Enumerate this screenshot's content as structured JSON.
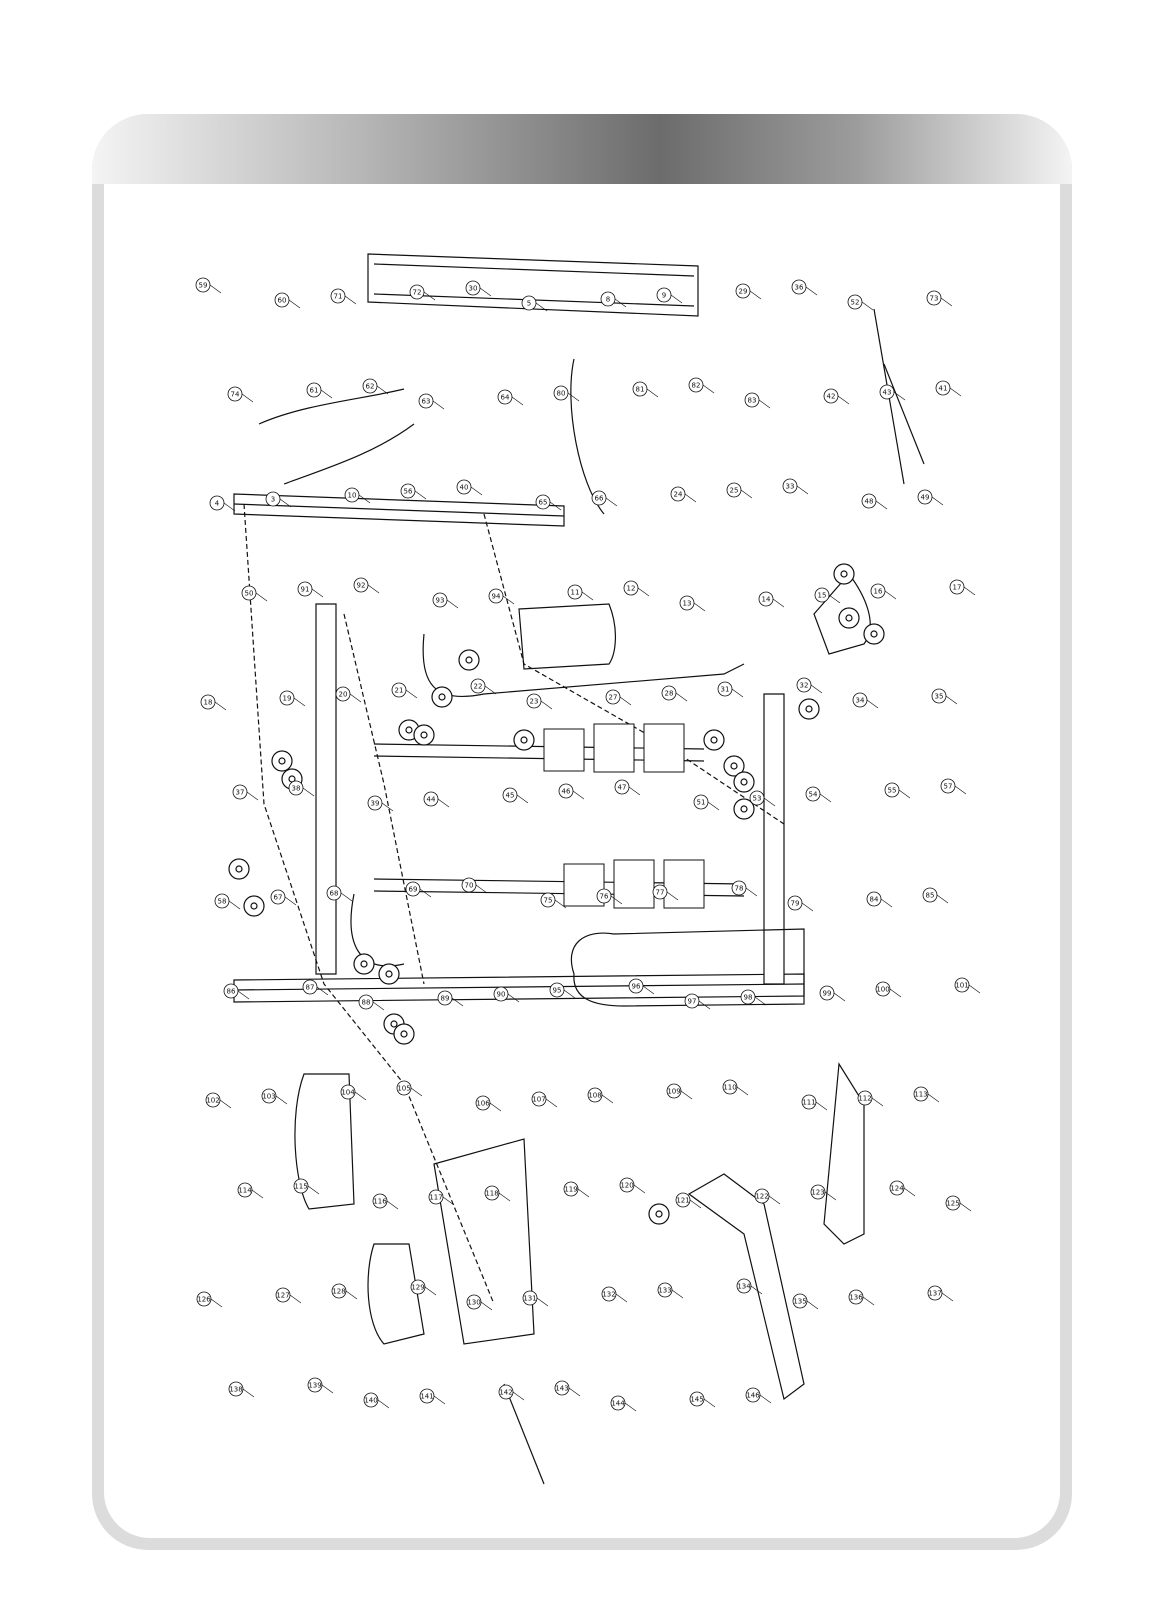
{
  "page": {
    "frame_color": "#dcdcdc",
    "header_gradient": [
      "#f4f4f4",
      "#6c6c6c",
      "#f4f4f4"
    ],
    "line_color": "#111111"
  },
  "diagram": {
    "type": "exploded-parts-diagram",
    "part_labels": [
      "59",
      "60",
      "71",
      "72",
      "30",
      "5",
      "8",
      "9",
      "29",
      "36",
      "52",
      "73",
      "74",
      "61",
      "62",
      "63",
      "64",
      "80",
      "81",
      "82",
      "83",
      "42",
      "43",
      "41",
      "4",
      "3",
      "10",
      "56",
      "40",
      "65",
      "66",
      "24",
      "25",
      "33",
      "48",
      "49",
      "50",
      "91",
      "92",
      "93",
      "94",
      "11",
      "12",
      "13",
      "14",
      "15",
      "16",
      "17",
      "18",
      "19",
      "20",
      "21",
      "22",
      "23",
      "27",
      "28",
      "31",
      "32",
      "34",
      "35",
      "37",
      "38",
      "39",
      "44",
      "45",
      "46",
      "47",
      "51",
      "53",
      "54",
      "55",
      "57",
      "58",
      "67",
      "68",
      "69",
      "70",
      "75",
      "76",
      "77",
      "78",
      "79",
      "84",
      "85",
      "86",
      "87",
      "88",
      "89",
      "90",
      "95",
      "96",
      "97",
      "98",
      "99",
      "100",
      "101",
      "102",
      "103",
      "104",
      "105",
      "106",
      "107",
      "108",
      "109",
      "110",
      "111",
      "112",
      "113",
      "114",
      "115",
      "116",
      "117",
      "118",
      "119",
      "120",
      "121",
      "122",
      "123",
      "124",
      "125",
      "126",
      "127",
      "128",
      "129",
      "130",
      "131",
      "132",
      "133",
      "134",
      "135",
      "136",
      "137",
      "138",
      "139",
      "140",
      "141",
      "142",
      "143",
      "144",
      "145",
      "146"
    ]
  }
}
